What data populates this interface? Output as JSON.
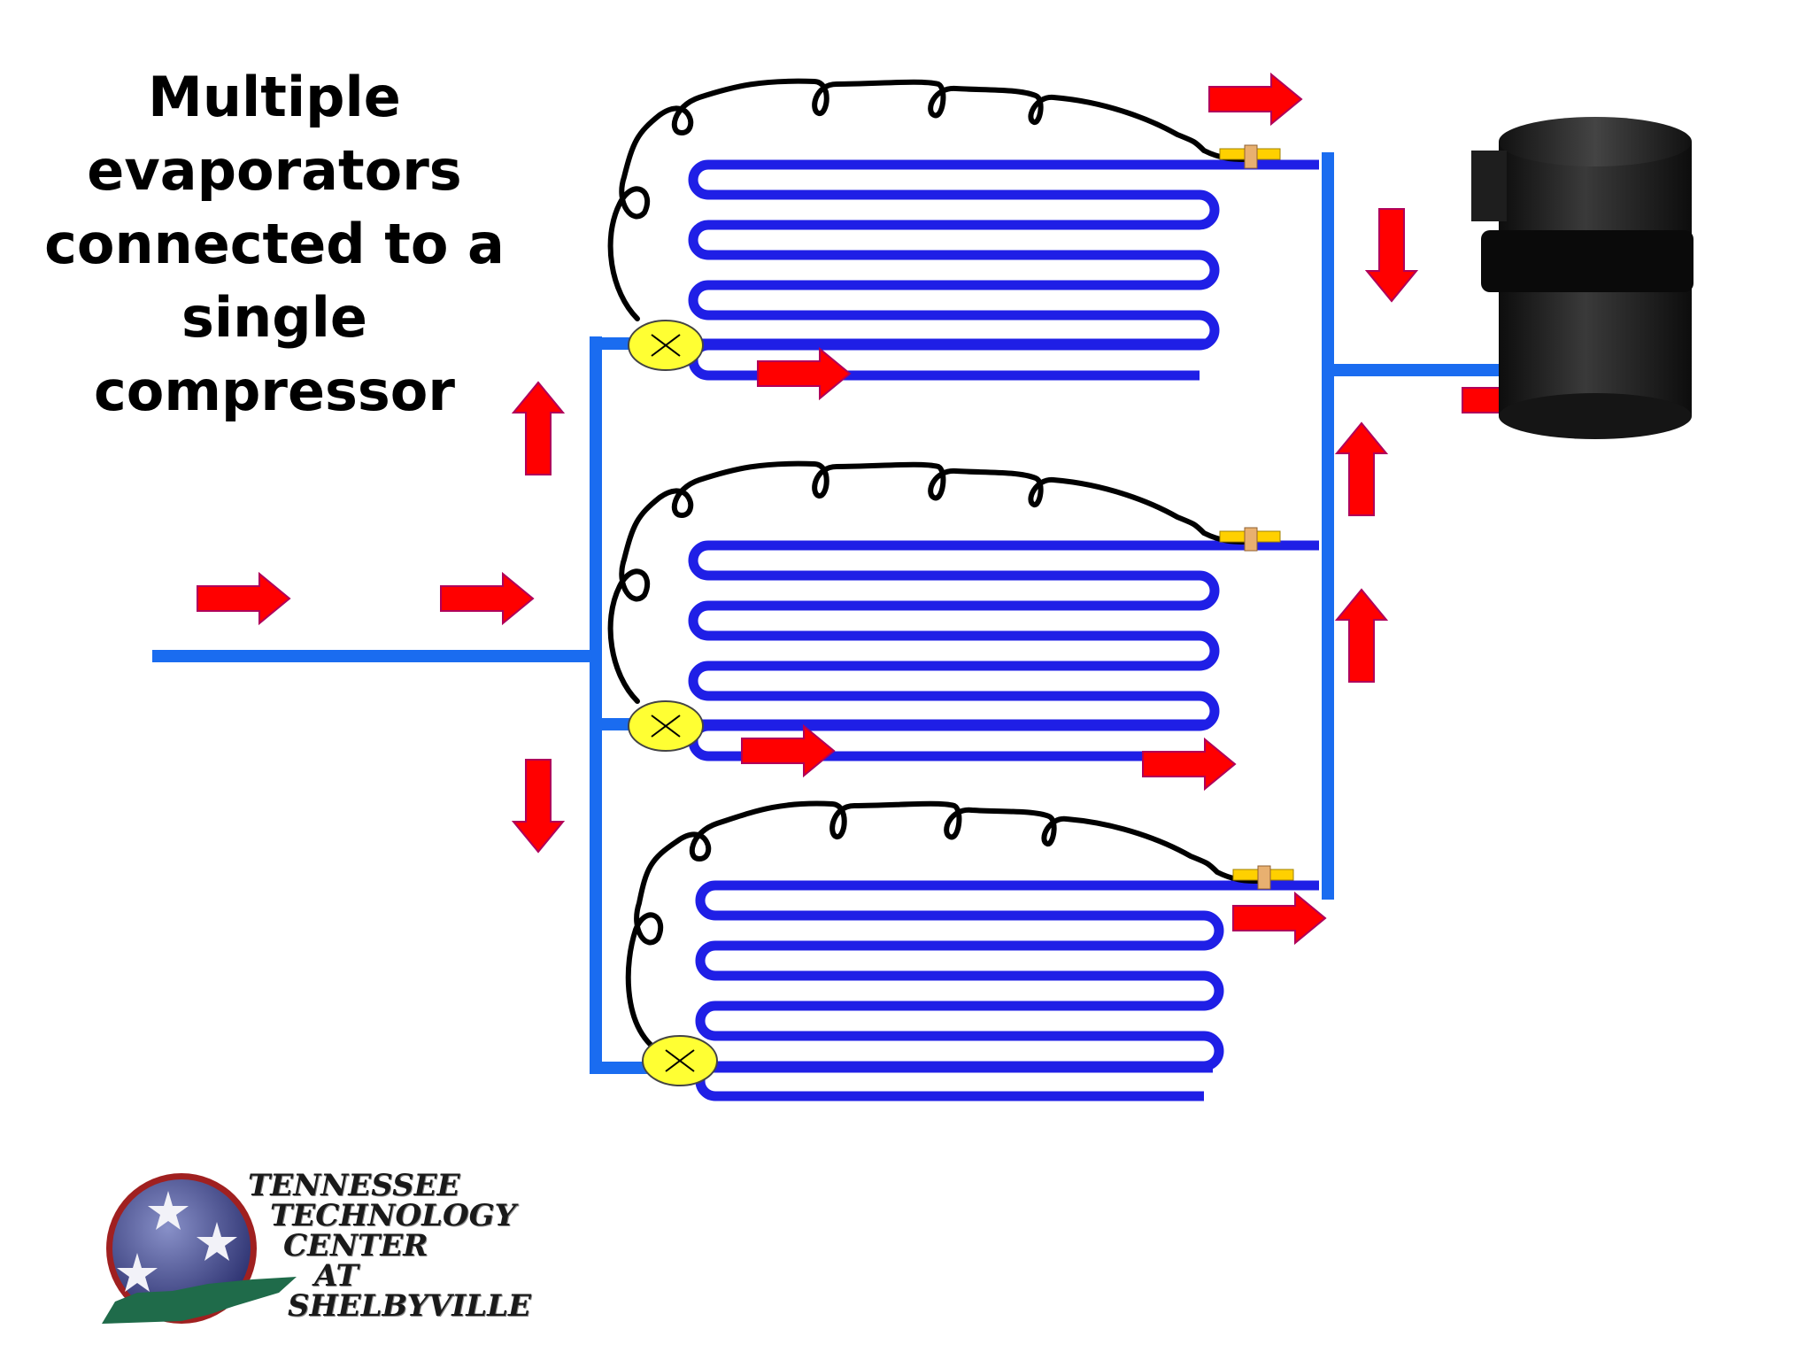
{
  "title": "Multiple\nevaporators\nconnected to a\nsingle\ncompressor",
  "logo": {
    "line1": "TENNESSEE",
    "line2": "TECHNOLOGY",
    "line3": "CENTER",
    "line4": "AT",
    "line5": "SHELBYVILLE"
  },
  "colors": {
    "pipe": "#1a6cf0",
    "coil": "#1f1fe6",
    "arrow_fill": "#ff0000",
    "arrow_stroke": "#b0005a",
    "valve": "#ffff33",
    "capillary": "#000000",
    "compressor": "#1a1a1a"
  },
  "evaporator_count": 3
}
